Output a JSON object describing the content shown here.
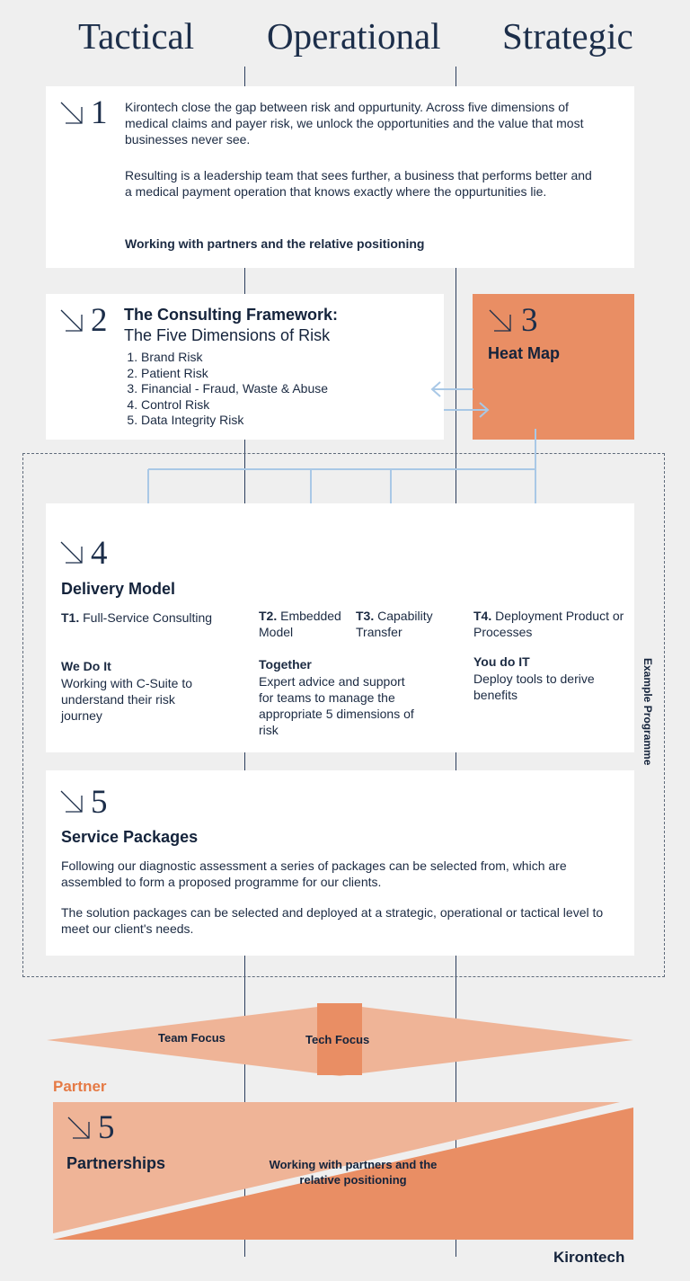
{
  "columns": {
    "tactical": "Tactical",
    "operational": "Operational",
    "strategic": "Strategic"
  },
  "step1": {
    "number": "1",
    "para1": "Kirontech close the gap between risk and oppurtunity. Across five dimensions of medical claims and payer risk, we unlock the opportunities and the value that most businesses never see.",
    "para2": "Resulting is a leadership team that sees further, a business that performs better and a medical payment operation that knows exactly where the oppurtunities lie.",
    "bold": "Working with partners and the relative positioning"
  },
  "step2": {
    "number": "2",
    "title": "The Consulting Framework:",
    "subtitle": "The Five Dimensions of Risk",
    "risks": [
      "Brand Risk",
      "Patient Risk",
      "Financial - Fraud, Waste & Abuse",
      "Control Risk",
      "Data Integrity Risk"
    ]
  },
  "step3": {
    "number": "3",
    "title": "Heat Map"
  },
  "step4": {
    "number": "4",
    "title": "Delivery Model",
    "t1": {
      "code": "T1.",
      "label": "Full-Service Consulting",
      "heading": "We Do It",
      "text": "Working with C-Suite to understand their risk journey"
    },
    "t2": {
      "code": "T2.",
      "label": "Embedded Model"
    },
    "t3": {
      "code": "T3.",
      "label": "Capability Transfer"
    },
    "together": {
      "heading": "Together",
      "text": "Expert advice and support for teams to manage the appropriate 5 dimensions of risk"
    },
    "t4": {
      "code": "T4.",
      "label": "Deployment Product or Processes",
      "heading": "You do IT",
      "text": "Deploy tools to derive benefits"
    }
  },
  "step5": {
    "number": "5",
    "title": "Service Packages",
    "para1": "Following our diagnostic assessment a series of packages can be selected from, which are assembled to form a proposed programme for our clients.",
    "para2": "The solution packages can be selected and deployed at a strategic, operational or tactical level to meet our client's needs."
  },
  "example_programme": "Example Programme",
  "focus": {
    "team": "Team Focus",
    "tech": "Tech Focus"
  },
  "partner_label": "Partner",
  "partnerships": {
    "number": "5",
    "title": "Partnerships",
    "note": "Working with partners and the relative positioning"
  },
  "brand": "Kirontech",
  "colors": {
    "accent": "#e98e64",
    "accent_light": "#efb497",
    "navy": "#14233b",
    "connector": "#a9c8e6",
    "partner_label": "#e57a45"
  },
  "icons": [
    "step-arrow-icon",
    "connector-arrow-icon"
  ]
}
